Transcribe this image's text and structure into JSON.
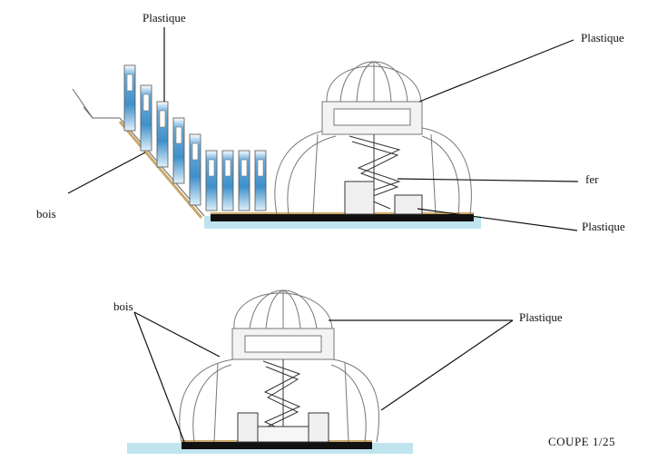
{
  "labels": {
    "top_plastique_posts": "Plastique",
    "top_plastique_dome": "Plastique",
    "top_bois": "bois",
    "top_fer": "fer",
    "top_plastique_base": "Plastique",
    "bottom_bois": "bois",
    "bottom_plastique": "Plastique"
  },
  "title": "COUPE 1/25",
  "colors": {
    "water": "#bfe4ee",
    "post_blue": "#3f8fc9",
    "wood": "#c9a86a",
    "base_black": "#111111",
    "ink": "#555555"
  }
}
